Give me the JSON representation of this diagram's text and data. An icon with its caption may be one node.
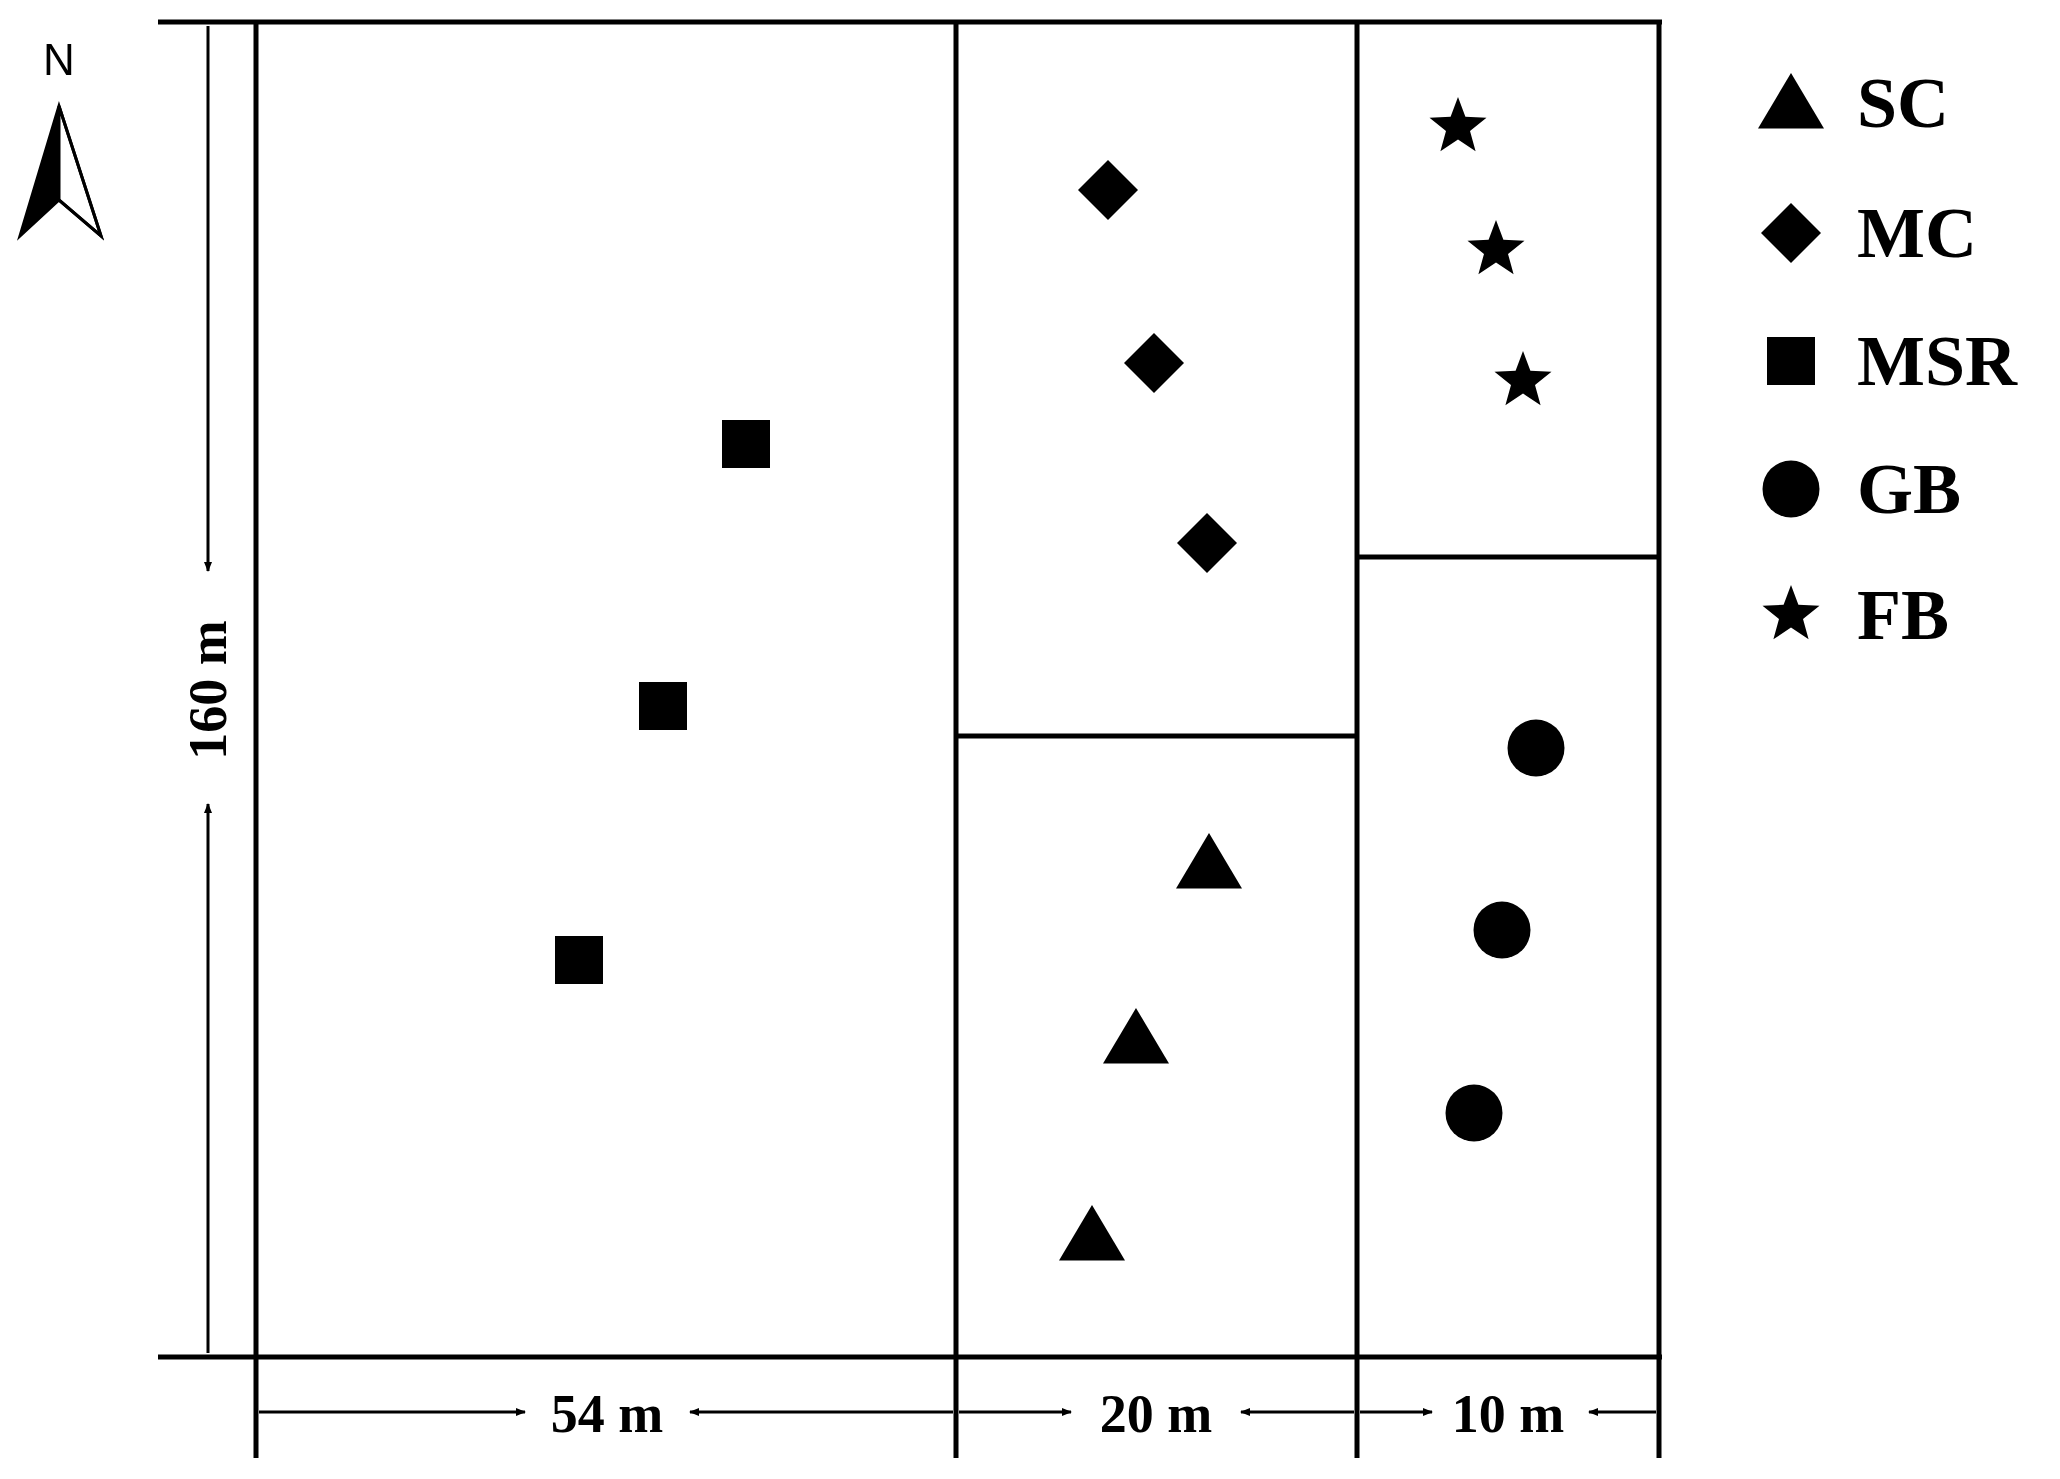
{
  "diagram": {
    "labels": [
      "N",
      "160 m",
      "54 m",
      "20 m",
      "10 m"
    ],
    "legend": [
      {
        "text": "SC"
      },
      {
        "text": "MC"
      },
      {
        "text": "MSR"
      },
      {
        "text": "GB"
      },
      {
        "text": "FB"
      }
    ]
  }
}
